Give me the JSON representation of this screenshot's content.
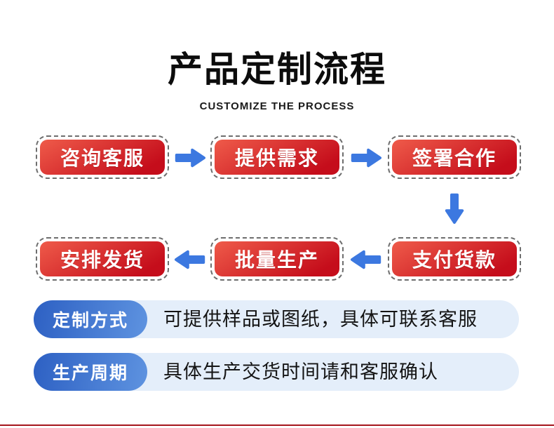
{
  "title": "产品定制流程",
  "subtitle": "CUSTOMIZE THE PROCESS",
  "flow": {
    "row1": [
      {
        "label": "咨询客服"
      },
      {
        "label": "提供需求"
      },
      {
        "label": "签署合作"
      }
    ],
    "row2": [
      {
        "label": "安排发货"
      },
      {
        "label": "批量生产"
      },
      {
        "label": "支付货款"
      }
    ]
  },
  "notes": [
    {
      "tag": "定制方式",
      "text": "可提供样品或图纸，具体可联系客服"
    },
    {
      "tag": "生产周期",
      "text": "具体生产交货时间请和客服确认"
    }
  ],
  "colors": {
    "title_color": "#0c0c0c",
    "step_red_light": "#ef5b4a",
    "step_red_dark": "#c50d1b",
    "step_border": "#6e6e6e",
    "arrow_blue": "#3c78e0",
    "pill_blue_dark": "#2d60c3",
    "pill_blue_light": "#5e93e0",
    "note_bar_bg": "#e4eefa",
    "note_text": "#141414",
    "bottom_line": "#a5151c"
  }
}
